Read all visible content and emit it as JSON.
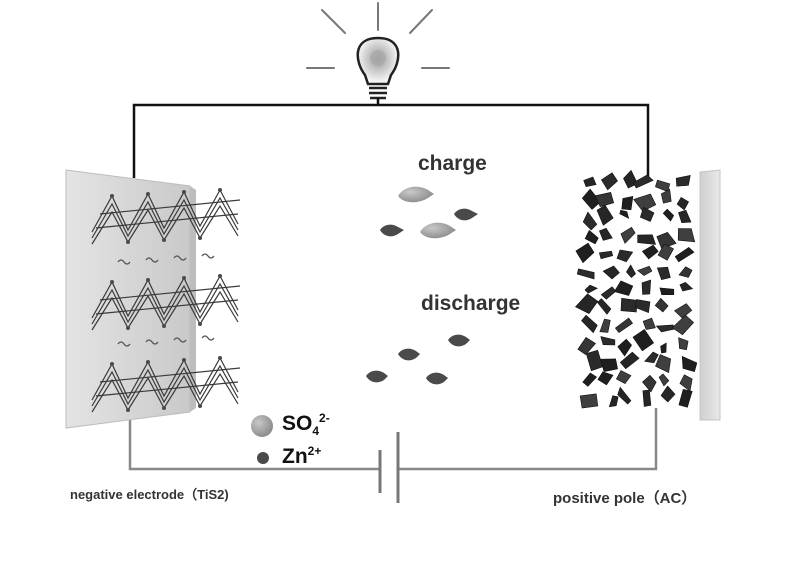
{
  "labels": {
    "charge": "charge",
    "discharge": "discharge",
    "negative_electrode": "negative electrode（TiS2)",
    "positive_pole": "positive pole（AC）"
  },
  "legend": {
    "sulfate_base": "SO",
    "sulfate_sub": "4",
    "sulfate_sup": "2-",
    "zinc_base": "Zn",
    "zinc_sup": "2+"
  },
  "colors": {
    "wire_top": "#111111",
    "wire_bottom": "#888888",
    "sulfate_ion": "#9a9a9a",
    "zinc_ion": "#555555",
    "electrode_plate": "#d6d6d6",
    "carbon_flake": "#2b2b2b"
  }
}
